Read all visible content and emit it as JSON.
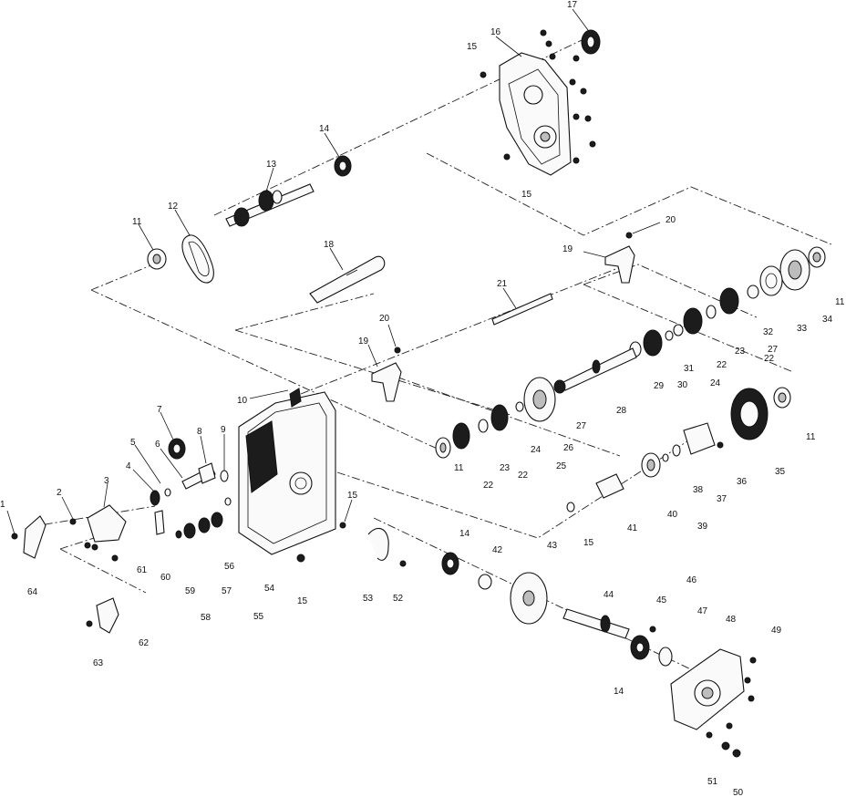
{
  "diagram": {
    "callouts": [
      {
        "id": "c1",
        "text": "1"
      },
      {
        "id": "c2",
        "text": "2"
      },
      {
        "id": "c3",
        "text": "3"
      },
      {
        "id": "c4",
        "text": "4"
      },
      {
        "id": "c5",
        "text": "5"
      },
      {
        "id": "c6",
        "text": "6"
      },
      {
        "id": "c7",
        "text": "7"
      },
      {
        "id": "c8",
        "text": "8"
      },
      {
        "id": "c9",
        "text": "9"
      },
      {
        "id": "c10",
        "text": "10"
      },
      {
        "id": "c11a",
        "text": "11"
      },
      {
        "id": "c11b",
        "text": "11"
      },
      {
        "id": "c11c",
        "text": "11"
      },
      {
        "id": "c11d",
        "text": "11"
      },
      {
        "id": "c12",
        "text": "12"
      },
      {
        "id": "c13",
        "text": "13"
      },
      {
        "id": "c14a",
        "text": "14"
      },
      {
        "id": "c14b",
        "text": "14"
      },
      {
        "id": "c14c",
        "text": "14"
      },
      {
        "id": "c15a",
        "text": "15"
      },
      {
        "id": "c15b",
        "text": "15"
      },
      {
        "id": "c15c",
        "text": "15"
      },
      {
        "id": "c15d",
        "text": "15"
      },
      {
        "id": "c15e",
        "text": "15"
      },
      {
        "id": "c15f",
        "text": "15"
      },
      {
        "id": "c16",
        "text": "16"
      },
      {
        "id": "c17",
        "text": "17"
      },
      {
        "id": "c18",
        "text": "18"
      },
      {
        "id": "c19a",
        "text": "19"
      },
      {
        "id": "c19b",
        "text": "19"
      },
      {
        "id": "c20a",
        "text": "20"
      },
      {
        "id": "c20b",
        "text": "20"
      },
      {
        "id": "c21",
        "text": "21"
      },
      {
        "id": "c22a",
        "text": "22"
      },
      {
        "id": "c22b",
        "text": "22"
      },
      {
        "id": "c22c",
        "text": "22"
      },
      {
        "id": "c22d",
        "text": "22"
      },
      {
        "id": "c23a",
        "text": "23"
      },
      {
        "id": "c23b",
        "text": "23"
      },
      {
        "id": "c24a",
        "text": "24"
      },
      {
        "id": "c24b",
        "text": "24"
      },
      {
        "id": "c25",
        "text": "25"
      },
      {
        "id": "c26",
        "text": "26"
      },
      {
        "id": "c27a",
        "text": "27"
      },
      {
        "id": "c27b",
        "text": "27"
      },
      {
        "id": "c28",
        "text": "28"
      },
      {
        "id": "c29",
        "text": "29"
      },
      {
        "id": "c30",
        "text": "30"
      },
      {
        "id": "c31",
        "text": "31"
      },
      {
        "id": "c32",
        "text": "32"
      },
      {
        "id": "c33",
        "text": "33"
      },
      {
        "id": "c34",
        "text": "34"
      },
      {
        "id": "c35",
        "text": "35"
      },
      {
        "id": "c36",
        "text": "36"
      },
      {
        "id": "c37",
        "text": "37"
      },
      {
        "id": "c38",
        "text": "38"
      },
      {
        "id": "c39",
        "text": "39"
      },
      {
        "id": "c40",
        "text": "40"
      },
      {
        "id": "c41",
        "text": "41"
      },
      {
        "id": "c42",
        "text": "42"
      },
      {
        "id": "c43",
        "text": "43"
      },
      {
        "id": "c44",
        "text": "44"
      },
      {
        "id": "c45",
        "text": "45"
      },
      {
        "id": "c46",
        "text": "46"
      },
      {
        "id": "c47",
        "text": "47"
      },
      {
        "id": "c48",
        "text": "48"
      },
      {
        "id": "c49",
        "text": "49"
      },
      {
        "id": "c50",
        "text": "50"
      },
      {
        "id": "c51",
        "text": "51"
      },
      {
        "id": "c52",
        "text": "52"
      },
      {
        "id": "c53",
        "text": "53"
      },
      {
        "id": "c54",
        "text": "54"
      },
      {
        "id": "c55",
        "text": "55"
      },
      {
        "id": "c56",
        "text": "56"
      },
      {
        "id": "c57",
        "text": "57"
      },
      {
        "id": "c58",
        "text": "58"
      },
      {
        "id": "c59",
        "text": "59"
      },
      {
        "id": "c60",
        "text": "60"
      },
      {
        "id": "c61",
        "text": "61"
      },
      {
        "id": "c62",
        "text": "62"
      },
      {
        "id": "c63",
        "text": "63"
      },
      {
        "id": "c64",
        "text": "64"
      }
    ]
  }
}
